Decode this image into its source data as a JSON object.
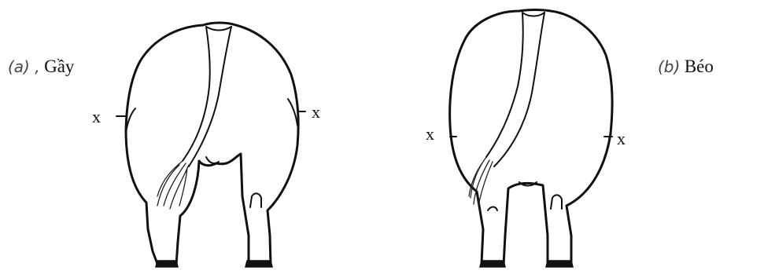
{
  "panels": [
    {
      "letter": "(a) ,",
      "caption": "Gầy",
      "mark_left": "x",
      "mark_right": "x"
    },
    {
      "letter": "(b)",
      "caption": "Béo",
      "mark_left": "x",
      "mark_right": "x"
    }
  ],
  "colors": {
    "ink": "#111111",
    "background": "#ffffff"
  }
}
